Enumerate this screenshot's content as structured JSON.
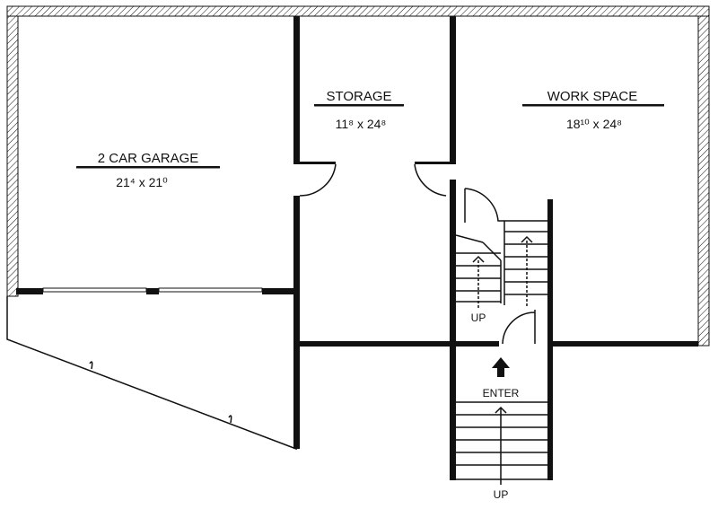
{
  "rooms": {
    "garage": {
      "name": "2 CAR GARAGE",
      "dims": "21⁴ x 21⁰"
    },
    "storage": {
      "name": "STORAGE",
      "dims": "11⁸ x 24⁸"
    },
    "work_space": {
      "name": "WORK SPACE",
      "dims": "18¹⁰ x 24⁸"
    }
  },
  "stairs": {
    "enter_label": "ENTER",
    "up_inner": "UP",
    "up_outer": "UP"
  }
}
